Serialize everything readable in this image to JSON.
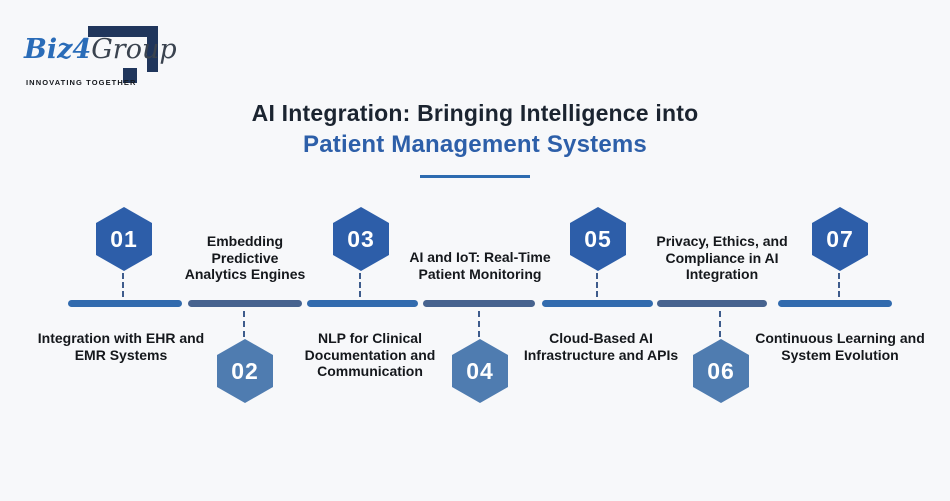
{
  "logo": {
    "brand": {
      "part1": "Biz",
      "part2": "4",
      "part3": "Group"
    },
    "tagline": "INNOVATING TOGETHER"
  },
  "title": {
    "line1": "AI Integration: Bringing Intelligence into",
    "line2": "Patient Management Systems"
  },
  "items": [
    {
      "number": "01",
      "label": "Integration with EHR and EMR Systems"
    },
    {
      "number": "02",
      "label": "Embedding Predictive Analytics Engines"
    },
    {
      "number": "03",
      "label": "NLP for Clinical Documentation and Communication"
    },
    {
      "number": "04",
      "label": "AI and IoT: Real-Time Patient Monitoring"
    },
    {
      "number": "05",
      "label": "Cloud-Based AI Infrastructure and APIs"
    },
    {
      "number": "06",
      "label": "Privacy, Ethics, and Compliance in AI Integration"
    },
    {
      "number": "07",
      "label": "Continuous Learning and System Evolution"
    }
  ],
  "colors": {
    "background": "#f7f8fa",
    "title_dark": "#1b2430",
    "title_blue": "#2d5fa9",
    "hexagon_dark": "#2d5ea9",
    "hexagon_light": "#4f7cb0",
    "segment_bright": "#326bae",
    "segment_muted": "#47638f",
    "connector": "#3e5c8c",
    "logo_navy": "#20365c",
    "logo_blue": "#2a6cb8"
  }
}
